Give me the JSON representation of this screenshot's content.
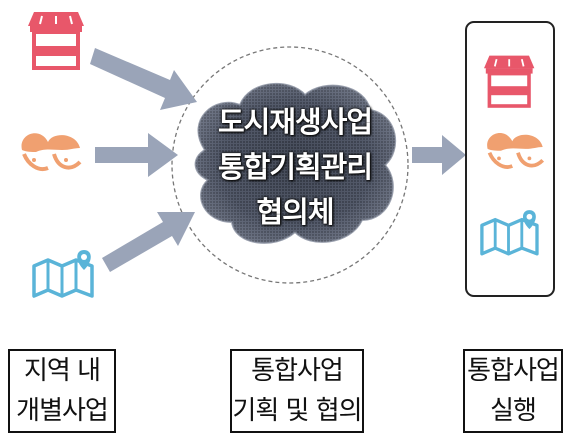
{
  "center": {
    "lines": [
      "도시재생사업",
      "통합기획관리",
      "협의체"
    ]
  },
  "labels": {
    "left": [
      "지역 내",
      "개별사업"
    ],
    "middle": [
      "통합사업",
      "기획 및 협의"
    ],
    "right": [
      "통합사업",
      "실행"
    ]
  },
  "icons": {
    "store": "store-icon",
    "people": "people-icon",
    "map": "map-icon"
  },
  "colors": {
    "store": "#e8576a",
    "people": "#f0a070",
    "map": "#5ab4d8",
    "arrow": "#9aa4b8",
    "cloud": "#3c4250"
  }
}
